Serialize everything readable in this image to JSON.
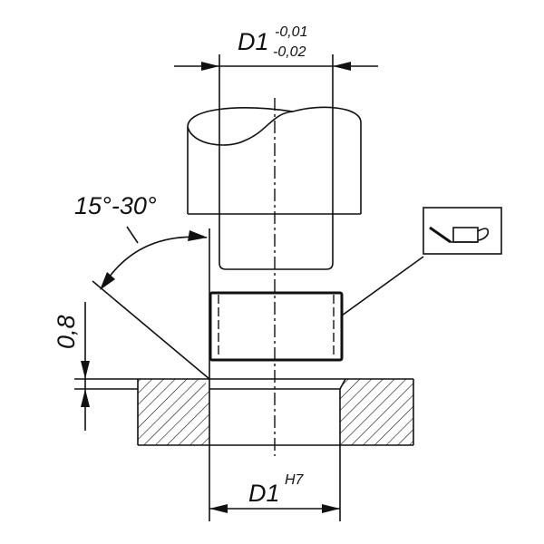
{
  "drawing": {
    "top_dimension": {
      "base": "D1",
      "upper_tolerance": "-0,01",
      "lower_tolerance": "-0,02"
    },
    "bottom_dimension": {
      "base": "D1",
      "fit": "H7"
    },
    "angle_label": "15°-30°",
    "depth_label": "0,8",
    "lubrication_symbol": "oil-can-icon"
  }
}
